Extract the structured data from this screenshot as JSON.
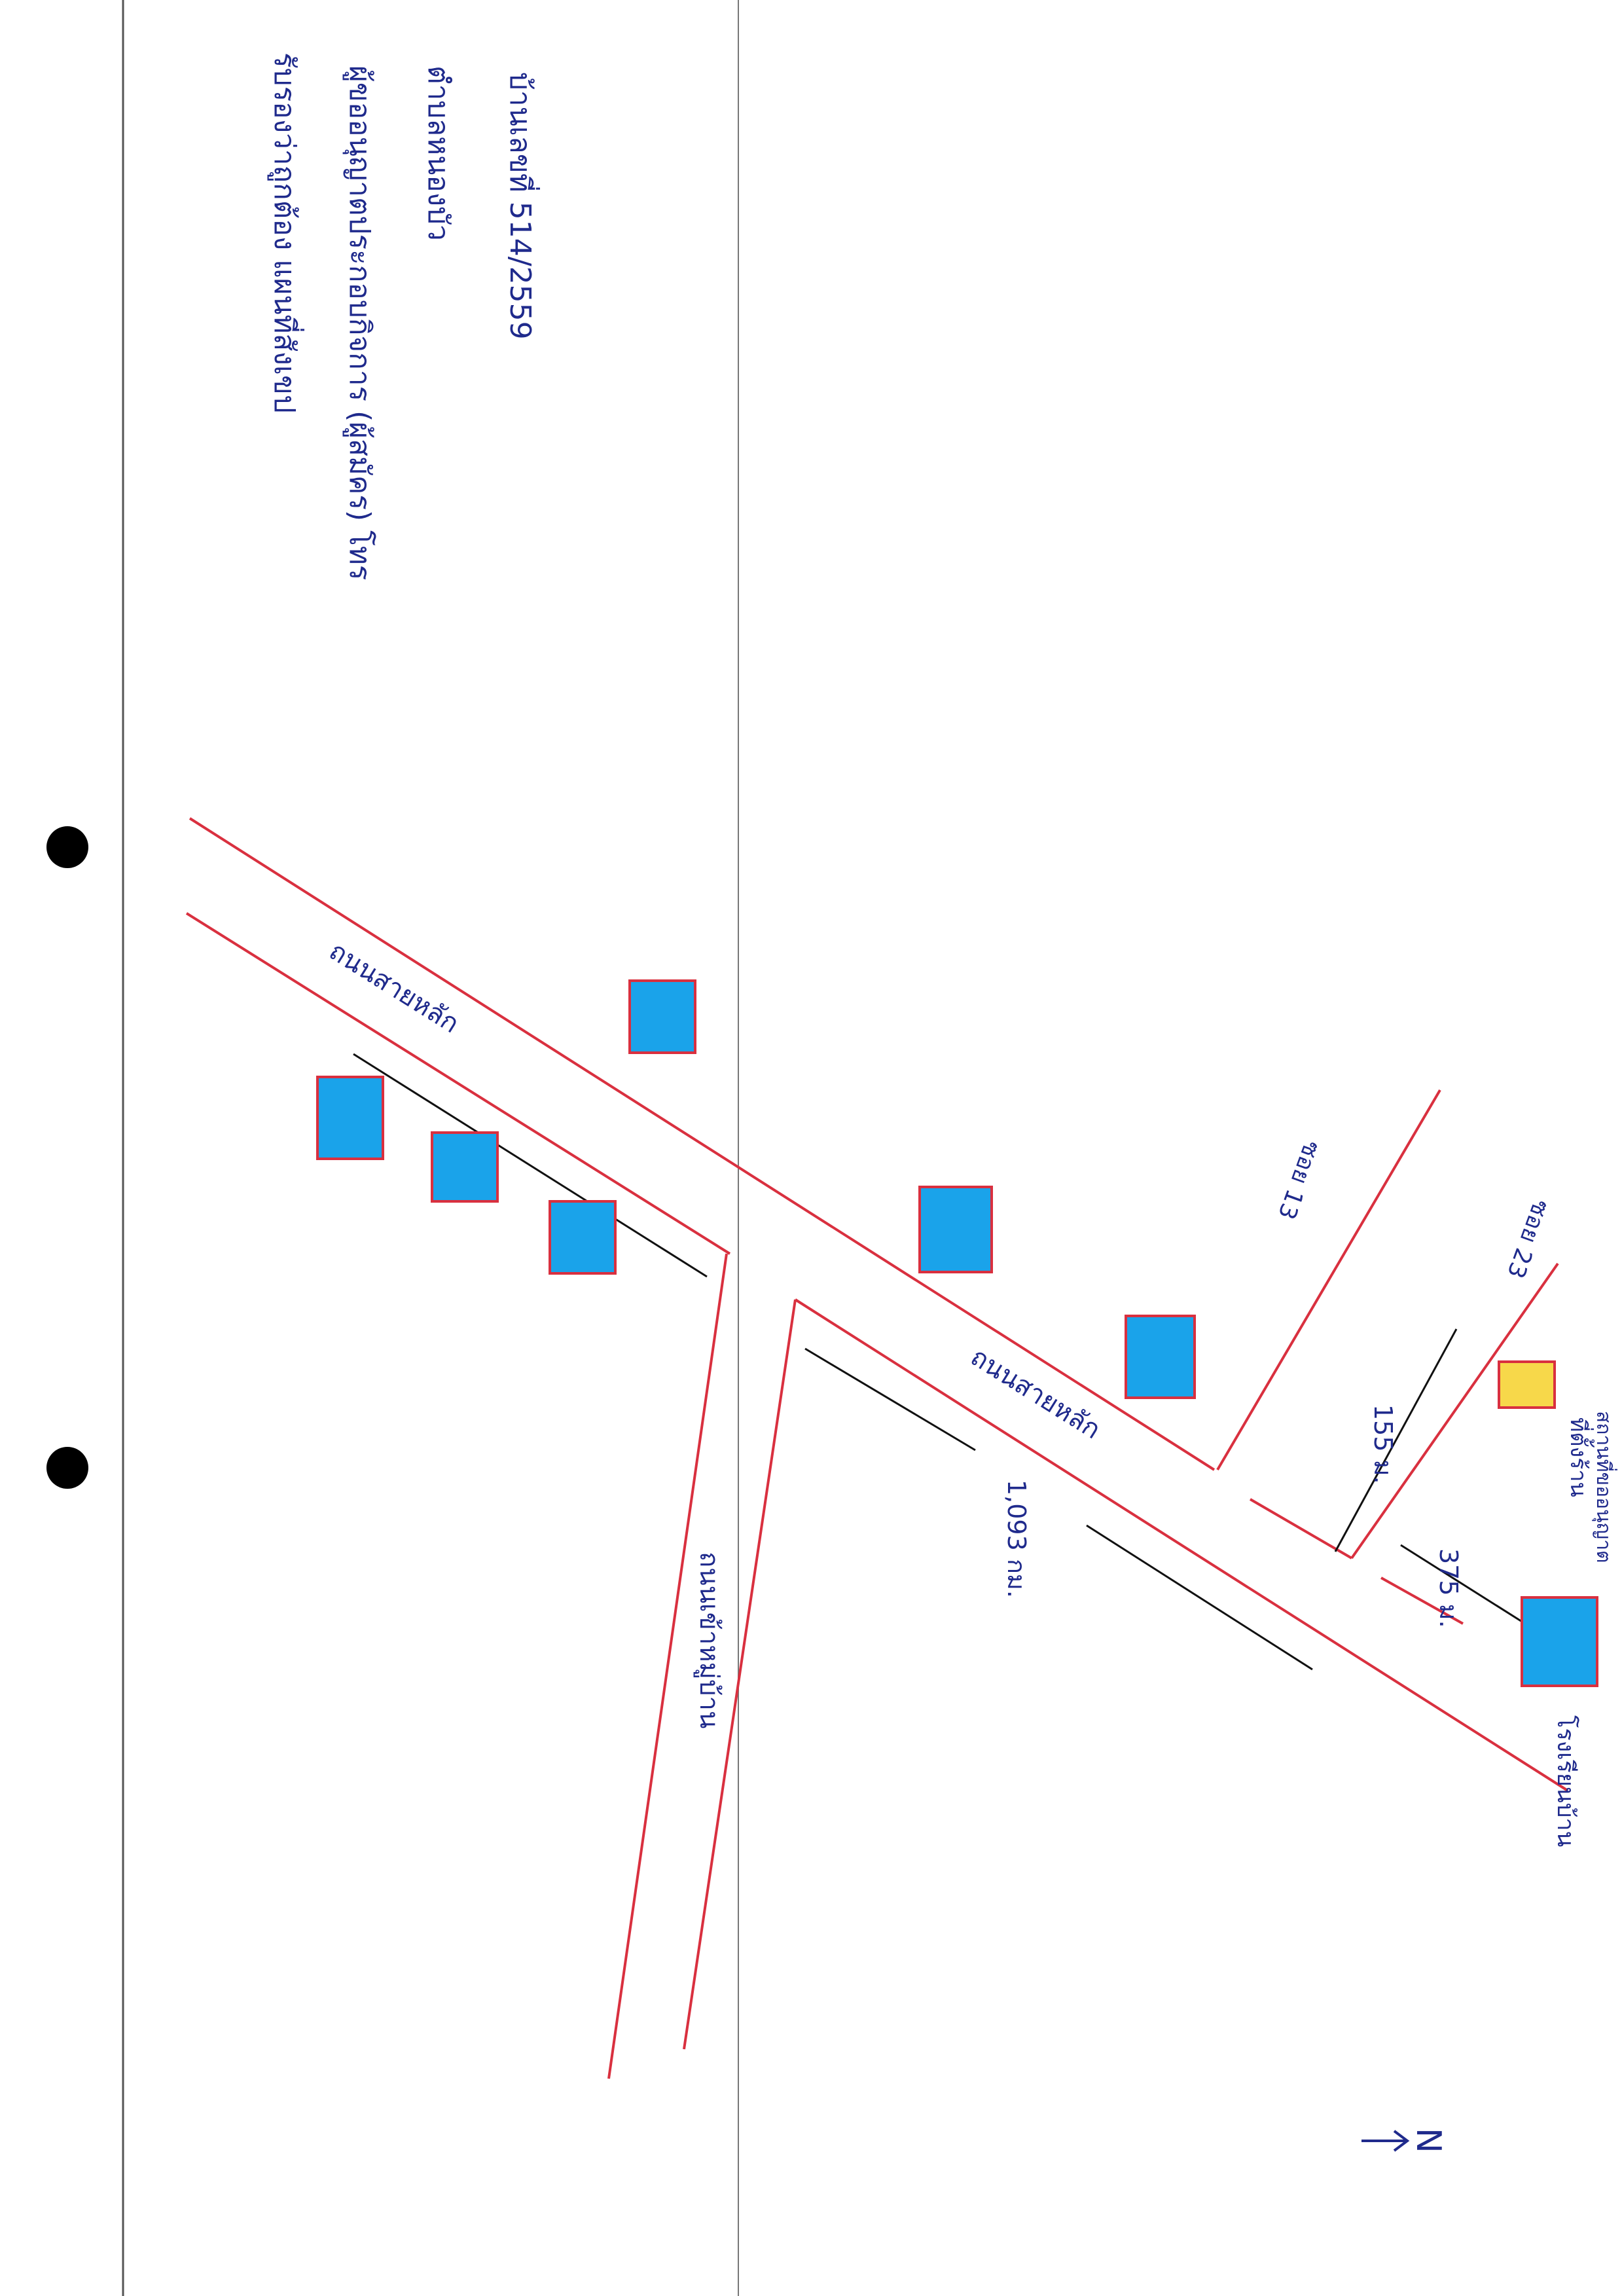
{
  "map": {
    "note_line1": "บ้านเลขที่ 514/2559",
    "note_line2": "ตำบลหนองบัว",
    "note_line3": "ผู้ขออนุญาตประกอบกิจการ (ผู้สมัคร) โทร",
    "note_line4": "รับรองว่าถูกต้อง แผนที่สังเขป",
    "main_road_upper_label": "ถนนสายหลัก",
    "main_road_lower_label": "ถนนสายหลัก",
    "side_road_label": "ถนนเข้าหมู่บ้าน",
    "distance_1": "1,093 กม.",
    "distance_2": "155 ม.",
    "distance_3": "375 ม.",
    "lane_1_label": "ซอย 13",
    "lane_2_label": "ซอย 23",
    "site_label": "ที่ตั้งร้าน",
    "site_note": "สถานที่ขออนุญาต",
    "landmark_label": "โรงเรียนบ้าน",
    "north_symbol": "N"
  },
  "colors": {
    "road": "#d9303f",
    "building": "#1aa3ea",
    "site": "#f7d84a",
    "ink": "#1f2a8c"
  }
}
